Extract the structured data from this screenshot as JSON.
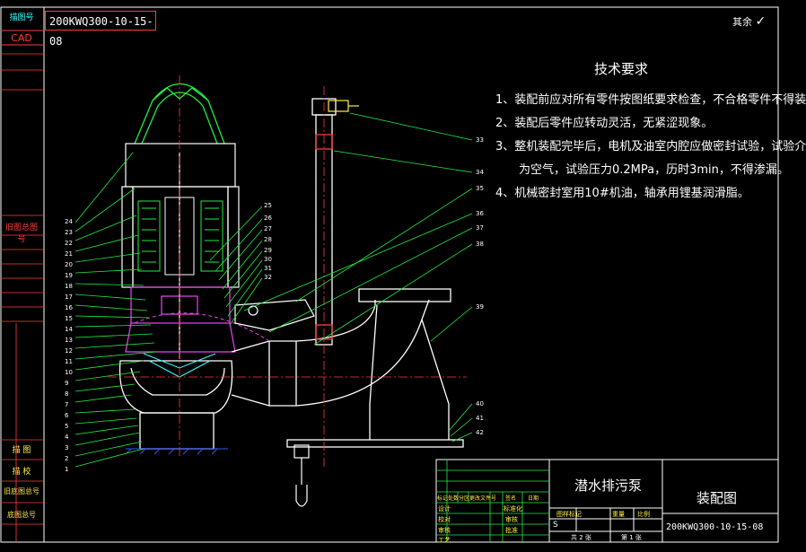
{
  "drawing": {
    "drawing_code": "200KWQ300-10-15-08",
    "surface_note": "其余"
  },
  "left_strip": {
    "labels": [
      "描图号",
      "CAD",
      "旧图总图号",
      "描 图",
      "描 校",
      "旧底图总号",
      "底图总号"
    ]
  },
  "requirements": {
    "title": "技术要求",
    "items": [
      "1、装配前应对所有零件按图纸要求检查，不合格零件不得装",
      "2、装配后零件应转动灵活，无紧涩现象。",
      "3、整机装配完毕后，电机及油室内腔应做密封试验，试验介",
      "为空气，试验压力0.2MPa，历时3min，不得渗漏。",
      "4、机械密封室用10#机油，轴承用锂基润滑脂。"
    ]
  },
  "title_block": {
    "product_name": "潜水排污泵",
    "drawing_type": "装配图",
    "code": "200KWQ300-10-15-08",
    "header_cells": [
      "标记",
      "处数",
      "分区",
      "更改文件号",
      "签名",
      "日期"
    ],
    "role_rows": [
      "设计",
      "校对",
      "审核",
      "工艺"
    ],
    "role_right": [
      "标准化",
      "审核",
      "批准"
    ],
    "stage_labels": [
      "图样标记",
      "重量",
      "比例"
    ],
    "stage_mark": "S",
    "sheet_total": "共 2 张",
    "sheet_no": "第 1 张"
  },
  "balloons": {
    "left": [
      "24",
      "23",
      "22",
      "21",
      "20",
      "19",
      "18",
      "17",
      "16",
      "15",
      "14",
      "13",
      "12",
      "11",
      "10",
      "9",
      "8",
      "7",
      "6",
      "5",
      "4",
      "3",
      "2",
      "1"
    ],
    "mid": [
      "25",
      "26",
      "27",
      "28",
      "29",
      "30",
      "31",
      "32"
    ],
    "right": [
      "33",
      "34",
      "35",
      "36",
      "37",
      "38",
      "39",
      "40",
      "41",
      "42"
    ]
  }
}
